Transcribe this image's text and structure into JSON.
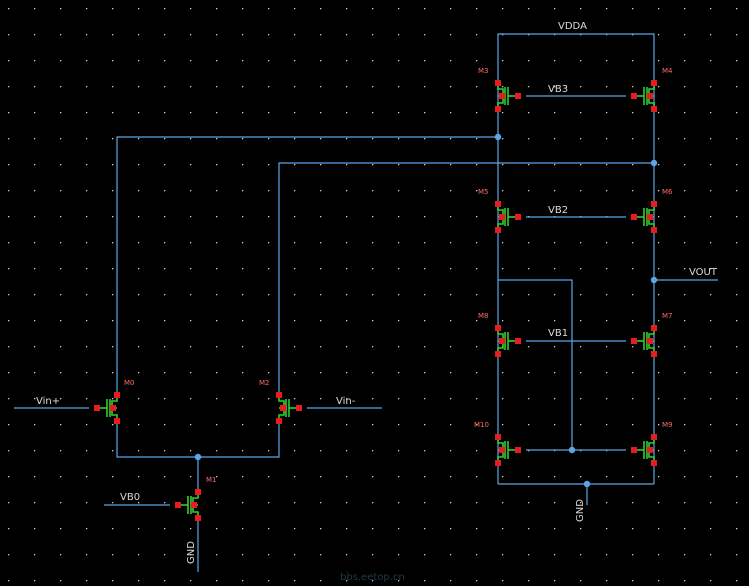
{
  "diagram": {
    "grid_visible": true,
    "colors": {
      "background": "#000000",
      "wire": "#5aa6e6",
      "device": "#2fd12f",
      "pin": "#e81c1c",
      "label": "#dcdcdc",
      "instance_name": "#ff6b6b"
    },
    "net_labels": {
      "vdda": "VDDA",
      "vb3": "VB3",
      "vb2": "VB2",
      "vb1": "VB1",
      "vout": "VOUT",
      "vin_plus": "Vin+",
      "vin_minus": "Vin-",
      "vb0": "VB0",
      "gnd_left": "GND",
      "gnd_right": "GND"
    },
    "devices": {
      "m0": "M0",
      "m1": "M1",
      "m2": "M2",
      "m3": "M3",
      "m4": "M4",
      "m5": "M5",
      "m6": "M6",
      "m7": "M7",
      "m8": "M8",
      "m9": "M9",
      "m10": "M10"
    },
    "watermark": "bbs.eetop.cn"
  }
}
